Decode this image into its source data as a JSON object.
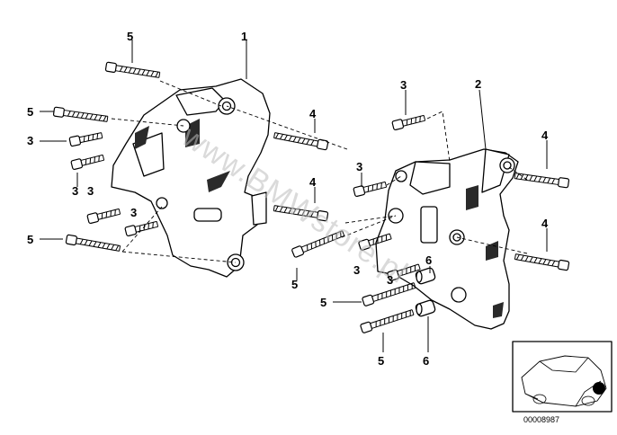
{
  "diagram": {
    "callouts": {
      "c1": "1",
      "c2": "2",
      "c3": "3",
      "c4": "4",
      "c5": "5",
      "c6": "6"
    },
    "watermark": "www.BMWstore.pl",
    "reference_number": "00008987",
    "parts": [
      {
        "id": "1",
        "kind": "front-bracket"
      },
      {
        "id": "2",
        "kind": "rear-bracket"
      },
      {
        "id": "3",
        "kind": "short-bolt"
      },
      {
        "id": "4",
        "kind": "long-bolt"
      },
      {
        "id": "5",
        "kind": "long-bolt"
      },
      {
        "id": "6",
        "kind": "sleeve"
      }
    ]
  }
}
